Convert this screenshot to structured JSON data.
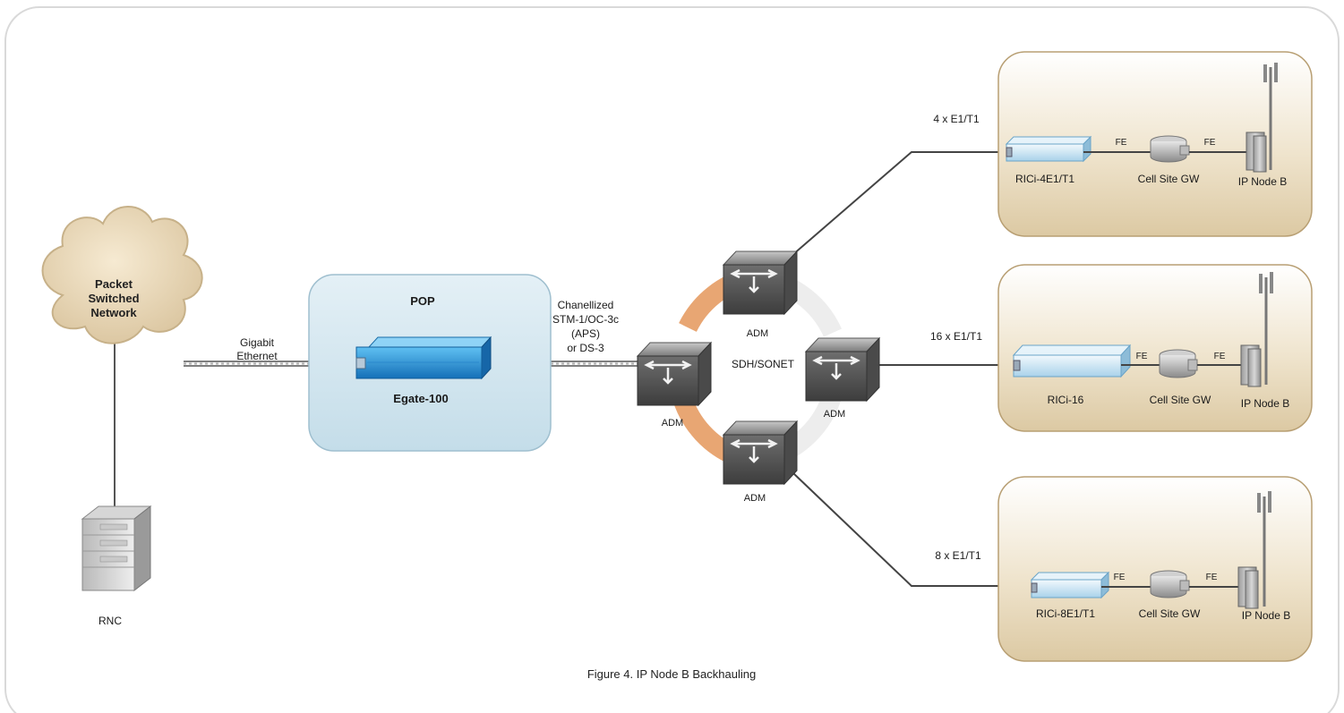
{
  "caption": "Figure 4.  IP Node B Backhauling",
  "cloud": {
    "line1": "Packet",
    "line2": "Switched",
    "line3": "Network"
  },
  "rnc_label": "RNC",
  "gigabit": {
    "line1": "Gigabit",
    "line2": "Ethernet"
  },
  "pop": {
    "title": "POP",
    "device": "Egate-100"
  },
  "channelized": {
    "line1": "Chanellized",
    "line2": "STM-1/OC-3c",
    "line3": "(APS)",
    "line4": "or DS-3"
  },
  "ring_label": "SDH/SONET",
  "adm": {
    "top": "ADM",
    "left": "ADM",
    "right": "ADM",
    "bottom": "ADM"
  },
  "sites": [
    {
      "link": "4 x E1/T1",
      "device": "RICi-4E1/T1",
      "fe1": "FE",
      "fe2": "FE",
      "gw": "Cell Site GW",
      "node": "IP Node B"
    },
    {
      "link": "16 x E1/T1",
      "device": "RICi-16",
      "fe1": "FE",
      "fe2": "FE",
      "gw": "Cell Site GW",
      "node": "IP Node B"
    },
    {
      "link": "8 x E1/T1",
      "device": "RICi-8E1/T1",
      "fe1": "FE",
      "fe2": "FE",
      "gw": "Cell Site GW",
      "node": "IP Node B"
    }
  ],
  "colors": {
    "site_fill": "#e9dcc1",
    "pop_fill": "#cfe3ec",
    "ring_orange": "#e8a673",
    "egate_blue": "#1e8fd6"
  }
}
